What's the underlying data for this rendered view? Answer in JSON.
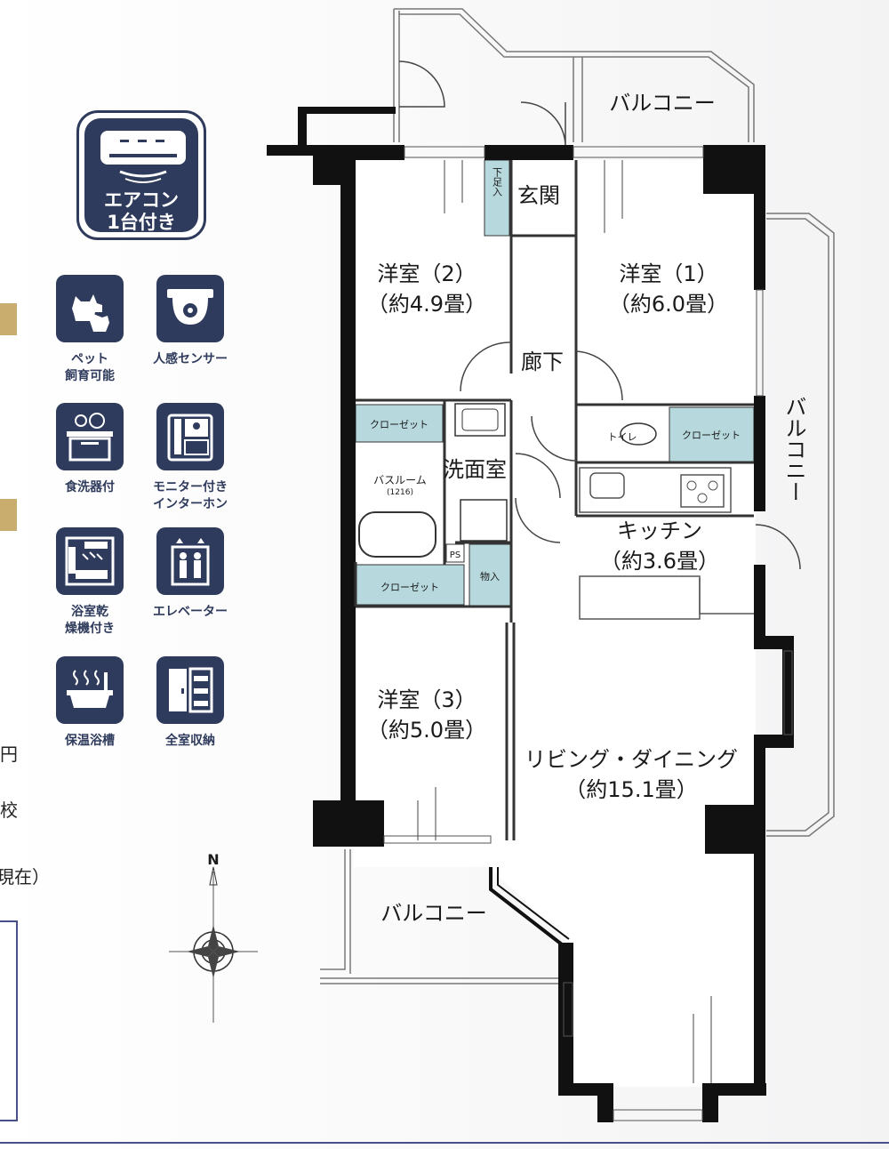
{
  "feature_badge": {
    "text": "エアコン\n1台付き",
    "icon": "air-conditioner-icon"
  },
  "features": [
    {
      "label": "ペット\n飼育可能",
      "icon": "pet-icon"
    },
    {
      "label": "人感センサー",
      "icon": "motion-sensor-icon"
    },
    {
      "label": "食洗器付",
      "icon": "dishwasher-icon"
    },
    {
      "label": "モニター付き\nインターホン",
      "icon": "intercom-icon"
    },
    {
      "label": "浴室乾\n燥機付き",
      "icon": "bathroom-dryer-icon"
    },
    {
      "label": "エレベーター",
      "icon": "elevator-icon"
    },
    {
      "label": "保温浴槽",
      "icon": "insulated-bathtub-icon"
    },
    {
      "label": "全室収納",
      "icon": "storage-icon"
    }
  ],
  "side_fragments": [
    "円",
    "校",
    "現在）"
  ],
  "rooms": {
    "western_2": {
      "name": "洋室（2）",
      "size": "（約4.9畳）"
    },
    "western_1": {
      "name": "洋室（1）",
      "size": "（約6.0畳）"
    },
    "western_3": {
      "name": "洋室（3）",
      "size": "（約5.0畳）"
    },
    "kitchen": {
      "name": "キッチン",
      "size": "（約3.6畳）"
    },
    "living": {
      "name": "リビング・ダイニング",
      "size": "（約15.1畳）"
    },
    "entrance": "玄関",
    "hallway": "廊下",
    "washroom": "洗面室",
    "bathroom": "バスルーム",
    "bathroom_size": "(1216)",
    "toilet": "トイレ",
    "shoe_box": "下足入",
    "closet": "クローゼット",
    "storage": "物入",
    "ps": "PS",
    "balcony": "バルコニー"
  },
  "compass": {
    "north": "N"
  },
  "colors": {
    "navy": "#2f3b5c",
    "closet_fill": "#b7d9de",
    "gold": "#c9ad6e",
    "wall": "#111111"
  }
}
